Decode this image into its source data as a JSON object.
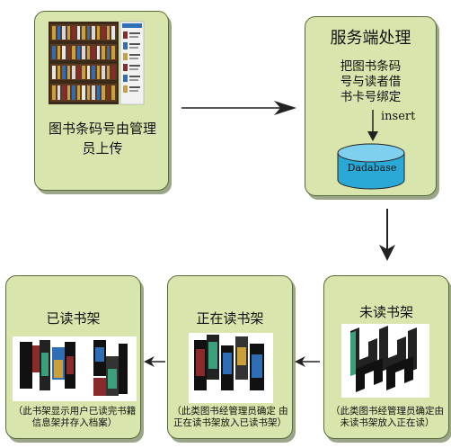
{
  "box_upload": {
    "caption": "图书条码号由管理员上传"
  },
  "box_server": {
    "title": "服务端处理",
    "caption_lines": [
      "把图书条码",
      "号与读者借",
      "书卡号绑定"
    ],
    "arrow_label": "insert",
    "db_label": "Dadabase"
  },
  "box_unread": {
    "title": "未读书架",
    "note": "（此类图书经管理员确定由未读书架放入正在读）"
  },
  "box_reading": {
    "title": "正在读书架",
    "note": "（此类图书经管理员确定 由正在读书架放入已读书架）"
  },
  "box_read": {
    "title": "已读书架",
    "note": "（此书架显示用户已读完书籍信息架并存入档案）"
  },
  "colors": {
    "box_fill": "#d8e6ad",
    "box_border": "#5a6a3a",
    "db_fill": "#2aa9d6",
    "arrow": "#222222"
  }
}
